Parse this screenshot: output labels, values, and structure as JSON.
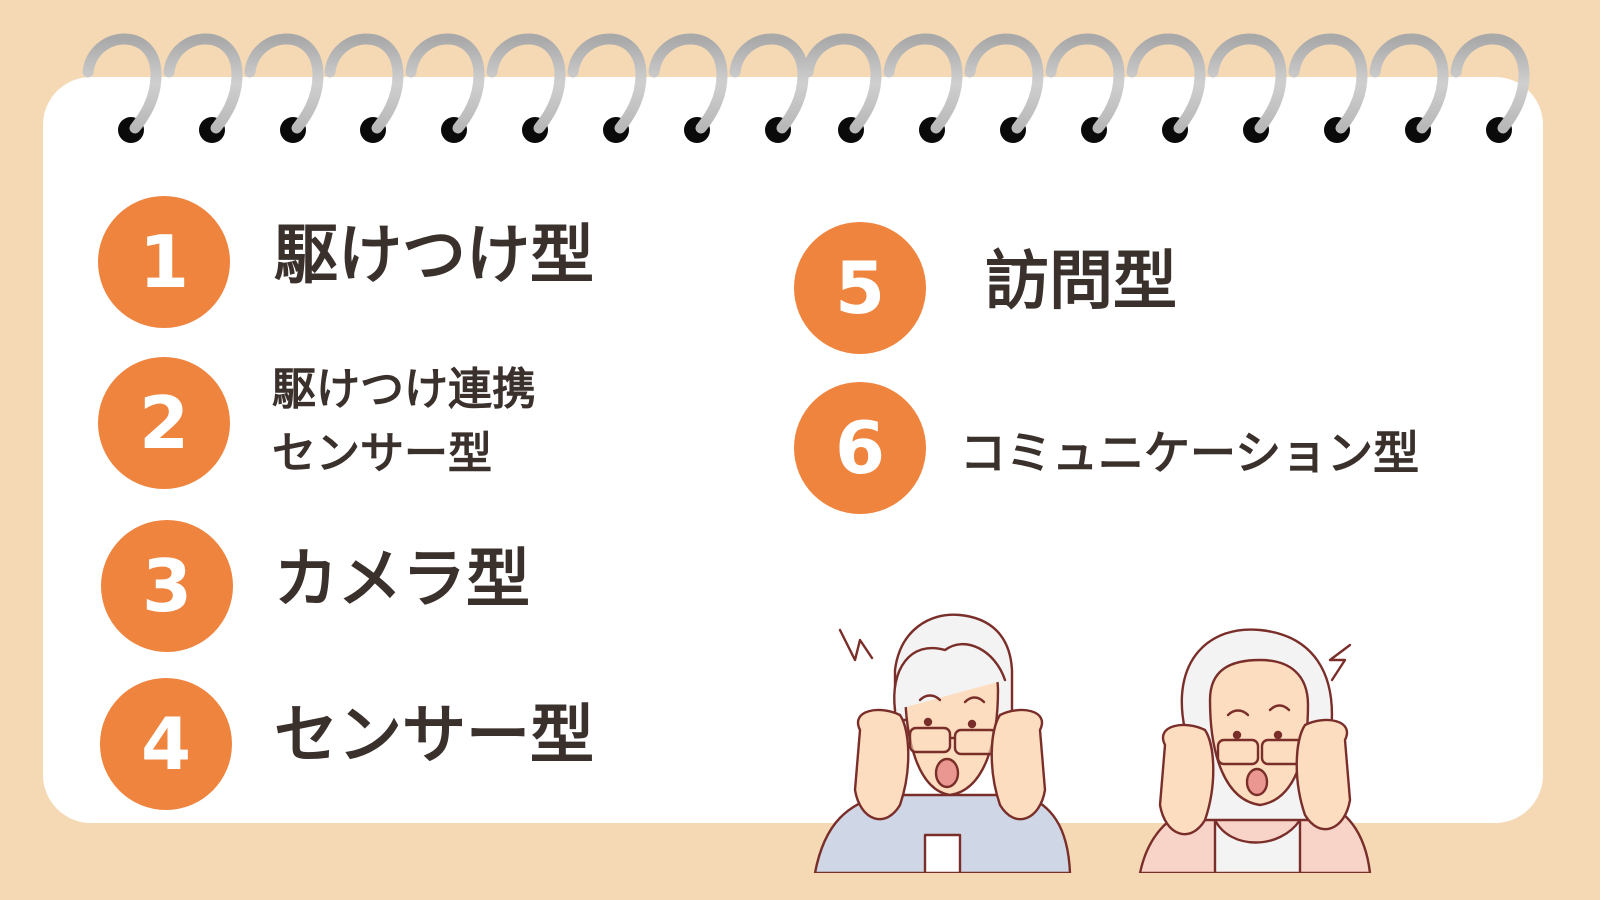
{
  "background_color": "#F5D9B5",
  "accent_color": "#EF843F",
  "text_color": "#3A302C",
  "notebook": {
    "ring_count": 18,
    "ring_x": [
      131,
      212,
      293,
      373,
      454,
      535,
      616,
      697,
      778,
      851,
      932,
      1013,
      1094,
      1175,
      1256,
      1337,
      1418,
      1499
    ]
  },
  "items": [
    {
      "number": "1",
      "label": "駆けつけ型"
    },
    {
      "number": "2",
      "label_line1": "駆けつけ連携",
      "label_line2": "センサー型"
    },
    {
      "number": "3",
      "label": "カメラ型"
    },
    {
      "number": "4",
      "label": "センサー型"
    },
    {
      "number": "5",
      "label": "訪問型"
    },
    {
      "number": "6",
      "label": "コミュニケーション型"
    }
  ],
  "illustration": {
    "description": "two surprised elderly people adjusting glasses",
    "icons": [
      "surprised-elderly-man-icon",
      "surprised-elderly-woman-icon"
    ]
  }
}
